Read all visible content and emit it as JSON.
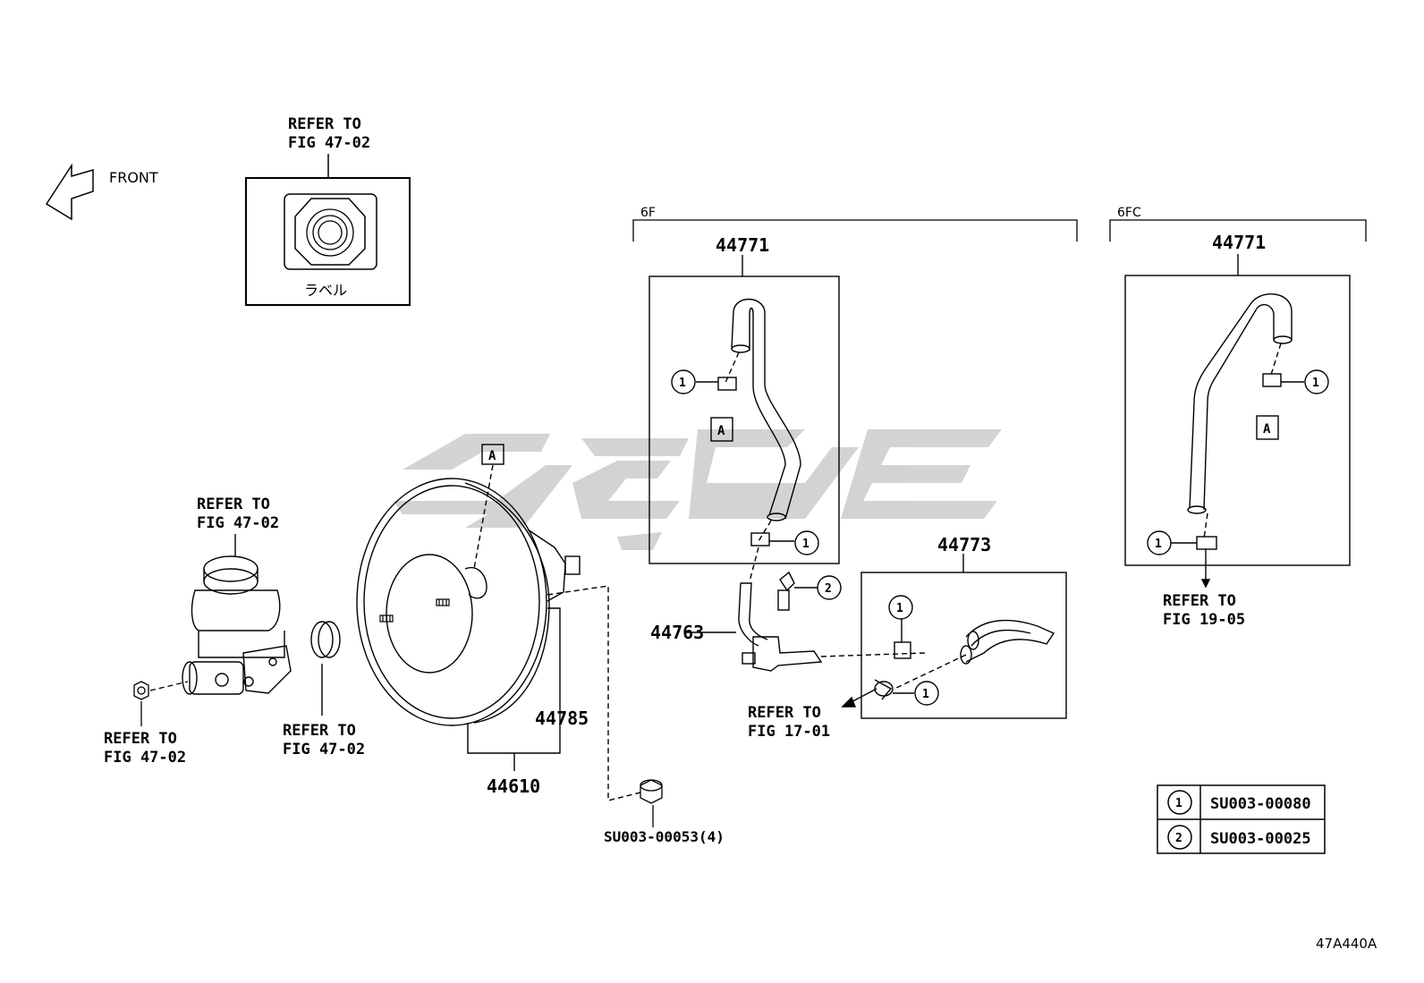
{
  "front_label": "FRONT",
  "callouts": {
    "label_box_refer_1": "REFER TO",
    "label_box_refer_2": "FIG 47-02",
    "label_text": "ラベル",
    "reservoir_refer_1": "REFER TO",
    "reservoir_refer_2": "FIG 47-02",
    "nut_refer_1": "REFER TO",
    "nut_refer_2": "FIG 47-02",
    "seal_refer_1": "REFER TO",
    "seal_refer_2": "FIG 47-02",
    "valve_refer_1": "REFER TO",
    "valve_refer_2": "FIG 17-01",
    "fc_refer_1": "REFER TO",
    "fc_refer_2": "FIG 19-05"
  },
  "variants": {
    "left": "6F",
    "right": "6FC"
  },
  "part_numbers": {
    "hose_6f": "44771",
    "hose_6fc": "44771",
    "hose_44773": "44773",
    "vacuum_pipe": "44763",
    "gasket": "44785",
    "booster": "44610",
    "nut": "SU003-00053(4)"
  },
  "ref_markers": {
    "a1": "A",
    "a2": "A",
    "a3": "A",
    "c1": "1",
    "c2": "1",
    "c3": "2",
    "c4": "1",
    "c5": "1",
    "c6": "1",
    "c7": "1"
  },
  "legend": [
    {
      "num": "1",
      "part": "SU003-00080"
    },
    {
      "num": "2",
      "part": "SU003-00025"
    }
  ],
  "diagram_code": "47A440A",
  "watermark_color": "#cfcfcf"
}
